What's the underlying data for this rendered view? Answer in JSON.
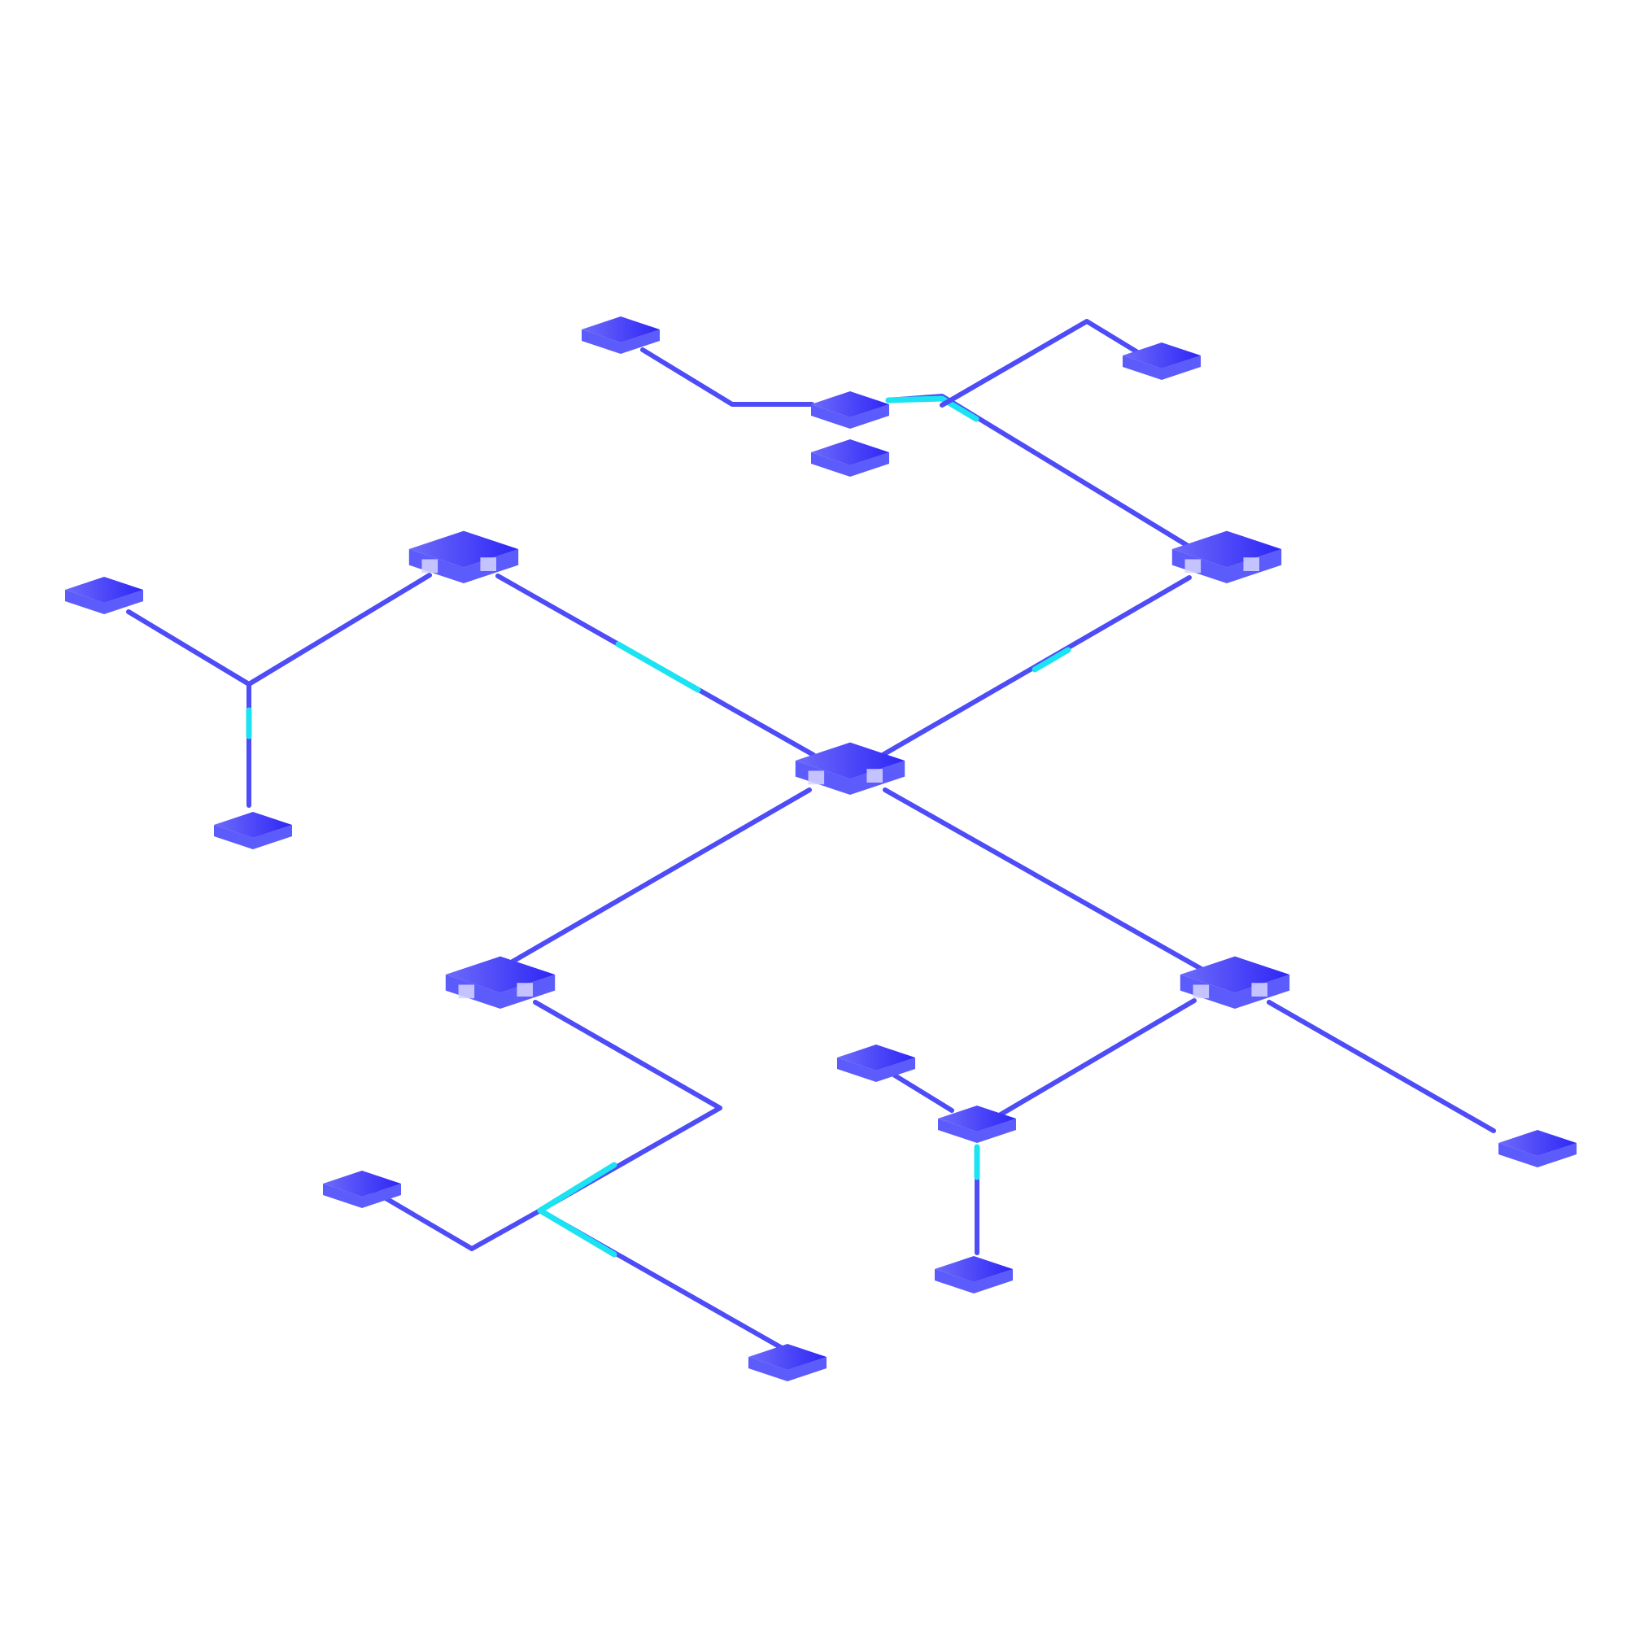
{
  "diagram": {
    "kind": "isometric-network-topology",
    "background": "#ffffff",
    "colors": {
      "link": "#3a34f2",
      "link_light": "#4e4cf6",
      "highlight": "#1ce3f2",
      "node_top_start": "#6d6bfa",
      "node_top_end": "#2e26f6",
      "node_side": "#5c5bfb",
      "port": "#d6d6ff"
    },
    "nodes": [
      {
        "id": "core",
        "kind": "hub"
      },
      {
        "id": "upper-left-hub",
        "kind": "hub"
      },
      {
        "id": "upper-right-hub",
        "kind": "hub"
      },
      {
        "id": "lower-left-hub",
        "kind": "hub"
      },
      {
        "id": "lower-right-hub",
        "kind": "hub"
      },
      {
        "id": "top-center-device",
        "kind": "device"
      },
      {
        "id": "top-center-device-lower",
        "kind": "device"
      },
      {
        "id": "top-left-device",
        "kind": "device"
      },
      {
        "id": "top-right-device",
        "kind": "device"
      },
      {
        "id": "far-left-device",
        "kind": "device"
      },
      {
        "id": "left-bottom-device",
        "kind": "device"
      },
      {
        "id": "mid-right-device",
        "kind": "device"
      },
      {
        "id": "mid-right-upper-device",
        "kind": "device"
      },
      {
        "id": "mid-right-lower-device",
        "kind": "device"
      },
      {
        "id": "far-right-device",
        "kind": "device"
      },
      {
        "id": "bottom-left-device",
        "kind": "device"
      },
      {
        "id": "bottom-center-device",
        "kind": "device"
      }
    ],
    "links": [
      {
        "from": "core",
        "to": "upper-left-hub",
        "highlight": true
      },
      {
        "from": "core",
        "to": "upper-right-hub",
        "highlight": true
      },
      {
        "from": "core",
        "to": "lower-left-hub",
        "highlight": false
      },
      {
        "from": "core",
        "to": "lower-right-hub",
        "highlight": false
      },
      {
        "from": "upper-right-hub",
        "to": "top-center-device",
        "highlight": true
      },
      {
        "from": "top-center-device",
        "to": "top-left-device",
        "highlight": false
      },
      {
        "from": "top-center-device",
        "to": "top-right-device",
        "highlight": false
      },
      {
        "from": "upper-left-hub",
        "to": "far-left-device",
        "highlight": false
      },
      {
        "from": "upper-left-hub",
        "to": "left-bottom-device",
        "highlight": true
      },
      {
        "from": "lower-left-hub",
        "to": "bottom-left-device",
        "highlight": true
      },
      {
        "from": "lower-left-hub",
        "to": "bottom-center-device",
        "highlight": true
      },
      {
        "from": "lower-right-hub",
        "to": "mid-right-device",
        "highlight": false
      },
      {
        "from": "mid-right-device",
        "to": "mid-right-upper-device",
        "highlight": false
      },
      {
        "from": "mid-right-device",
        "to": "mid-right-lower-device",
        "highlight": true
      },
      {
        "from": "lower-right-hub",
        "to": "far-right-device",
        "highlight": false
      }
    ]
  }
}
